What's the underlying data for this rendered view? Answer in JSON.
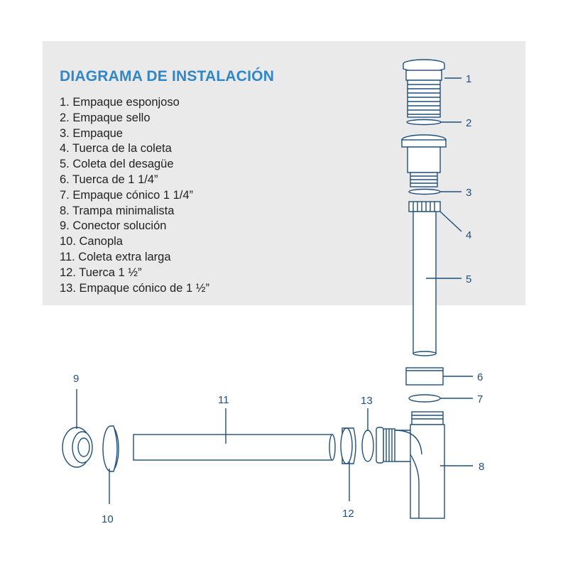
{
  "title": "DIAGRAMA DE INSTALACIÓN",
  "parts": [
    "1. Empaque esponjoso",
    "2. Empaque sello",
    "3. Empaque",
    "4. Tuerca de la coleta",
    "5. Coleta del desagüe",
    "6. Tuerca de 1 1/4”",
    "7. Empaque cónico 1 1/4”",
    "8. Trampa minimalista",
    "9. Conector solución",
    "10. Canopla",
    "11. Coleta extra larga",
    "12. Tuerca 1 ½”",
    "13. Empaque cónico de 1 ½”"
  ],
  "callouts": [
    "1",
    "2",
    "3",
    "4",
    "5",
    "6",
    "7",
    "8",
    "9",
    "10",
    "11",
    "12",
    "13"
  ],
  "colors": {
    "accent": "#2f86c8",
    "outline": "#1f4f7a",
    "panel": "#eaeaea",
    "text": "#222222"
  }
}
